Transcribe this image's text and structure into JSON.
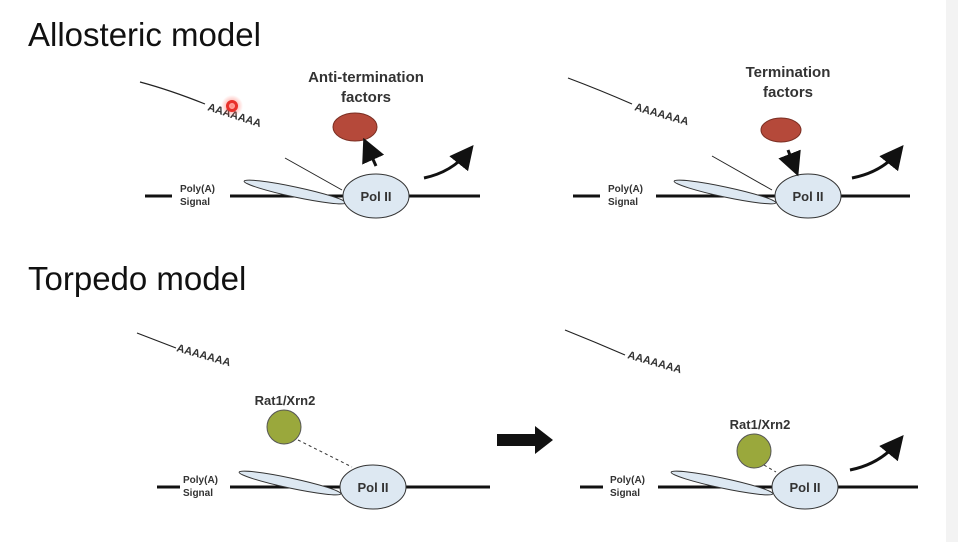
{
  "titles": {
    "allosteric": "Allosteric model",
    "torpedo": "Torpedo model"
  },
  "labels": {
    "anti_termination_1": "Anti-termination",
    "anti_termination_2": "factors",
    "termination_1": "Termination",
    "termination_2": "factors",
    "polya_1": "Poly(A)",
    "polya_2": "Signal",
    "pol2": "Pol II",
    "polya_tail": "AAAAAAA",
    "rat1": "Rat1/Xrn2"
  },
  "colors": {
    "factor": "#b5493a",
    "rat1": "#9aa83c",
    "pol2_fill": "#dde8f2",
    "cursor": "#e8302a"
  }
}
